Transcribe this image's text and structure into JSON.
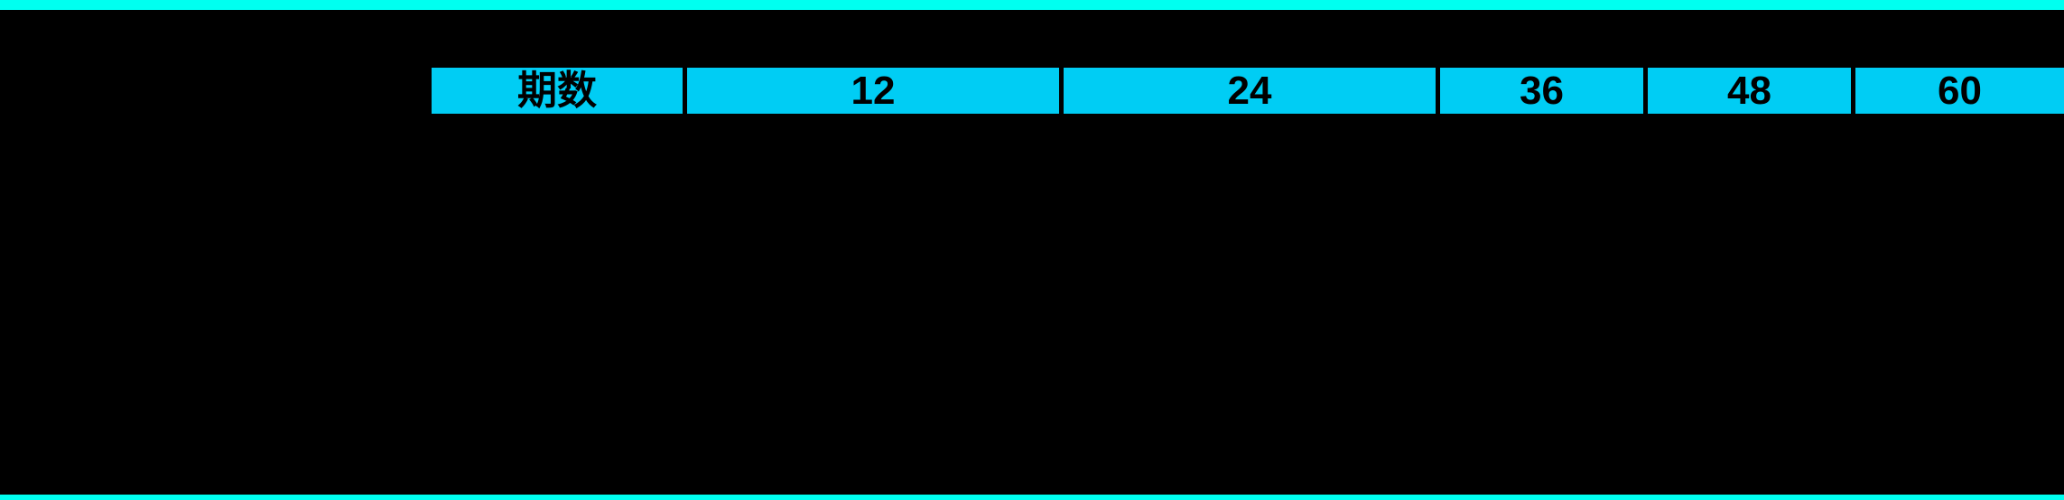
{
  "colors": {
    "background": "#000000",
    "accent_bar": "#00fff0",
    "header_cell": "#00cdf4",
    "text": "#000000"
  },
  "table": {
    "header": {
      "cells": [
        {
          "label": "期数"
        },
        {
          "label": "12"
        },
        {
          "label": "24"
        },
        {
          "label": "36"
        },
        {
          "label": "48"
        },
        {
          "label": "60"
        }
      ]
    }
  }
}
